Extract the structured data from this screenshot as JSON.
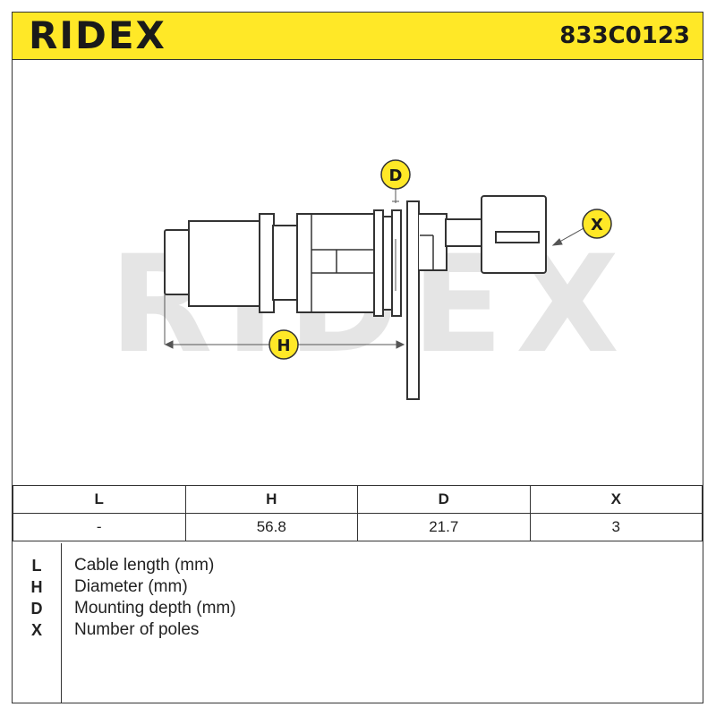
{
  "header": {
    "logo": "RIDEX",
    "part_number": "833C0123",
    "background_color": "#ffe827"
  },
  "diagram": {
    "watermark": "RIDEX",
    "labels": {
      "d": "D",
      "h": "H",
      "x": "X"
    },
    "label_color": "#ffe827"
  },
  "dimensions_table": {
    "headers": [
      "L",
      "H",
      "D",
      "X"
    ],
    "values": [
      "-",
      "56.8",
      "21.7",
      "3"
    ]
  },
  "legend": [
    {
      "key": "L",
      "description": "Cable length (mm)"
    },
    {
      "key": "H",
      "description": "Diameter (mm)"
    },
    {
      "key": "D",
      "description": "Mounting depth (mm)"
    },
    {
      "key": "X",
      "description": "Number of poles"
    }
  ]
}
